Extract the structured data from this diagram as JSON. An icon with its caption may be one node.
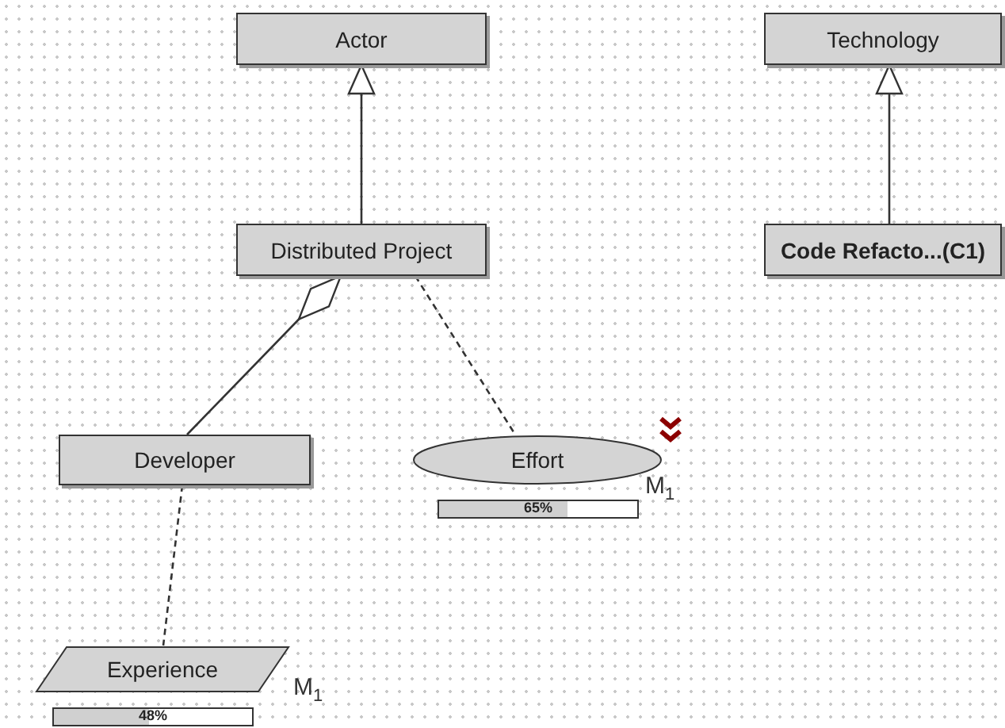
{
  "diagram": {
    "nodes": [
      {
        "text": [
          "Actor"
        ]
      },
      {
        "text": [
          "Technology"
        ]
      },
      {
        "text": [
          "Distributed Project"
        ]
      },
      {
        "text": [
          "Code Refacto...(C1)"
        ]
      },
      {
        "text": [
          "Developer"
        ]
      },
      {
        "text": [
          "Effort"
        ],
        "beside": [
          "M$_{1}$",
          "65%"
        ]
      },
      {
        "text": [
          "Experience"
        ],
        "beside": [
          "M$_{1}$",
          "48%"
        ]
      }
    ],
    "edges": [
      {
        "from": 2,
        "to": 0,
        "arrow": "to"
      },
      {
        "from": 3,
        "to": 1,
        "arrow": "to"
      },
      {
        "from": 4,
        "to": 2,
        "arrow": "other"
      },
      {
        "from": 2,
        "to": 5,
        "arrow": "none",
        "style": "dashed"
      },
      {
        "from": 4,
        "to": 6,
        "arrow": "none",
        "style": "dashed"
      }
    ]
  }
}
